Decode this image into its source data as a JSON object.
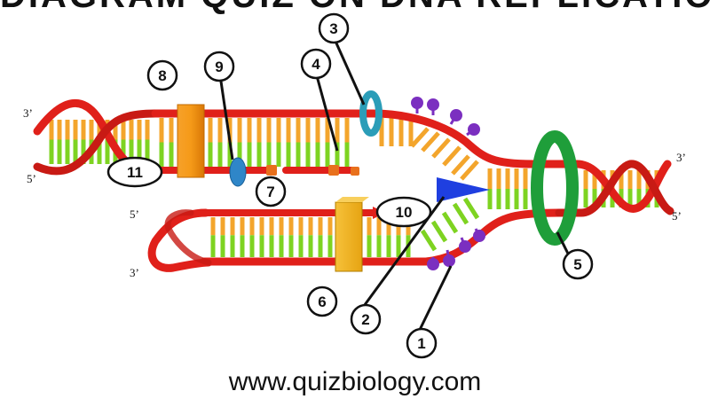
{
  "title": "DIAGRAM QUIZ ON DNA REPLICATION",
  "footer": {
    "website": "www.quizbiology.com"
  },
  "strand_end_labels": {
    "top_left_3": "3’",
    "top_left_5": "5’",
    "bottom_left_5": "5’",
    "bottom_left_3": "3’",
    "right_3": "3’",
    "right_5": "5’"
  },
  "callouts": [
    {
      "id": "1",
      "text": "1"
    },
    {
      "id": "2",
      "text": "2"
    },
    {
      "id": "3",
      "text": "3"
    },
    {
      "id": "4",
      "text": "4"
    },
    {
      "id": "5",
      "text": "5"
    },
    {
      "id": "6",
      "text": "6"
    },
    {
      "id": "7",
      "text": "7"
    },
    {
      "id": "8",
      "text": "8"
    },
    {
      "id": "9",
      "text": "9"
    },
    {
      "id": "10",
      "text": "10"
    },
    {
      "id": "11",
      "text": "11"
    }
  ],
  "colors": {
    "backbone": "#e0201a",
    "base_green": "#7ed321",
    "base_orange": "#f3a52c",
    "helicase": "#1f9e3a",
    "topoisomerase": "#2b9db8",
    "ssb_protein": "#7b2fc0",
    "primase": "#1f3fe0",
    "polymerase_leading": "#f5b316",
    "polymerase_lagging": "#f08a10",
    "ligase": "#2f86c8",
    "primer": "#e8701c"
  }
}
